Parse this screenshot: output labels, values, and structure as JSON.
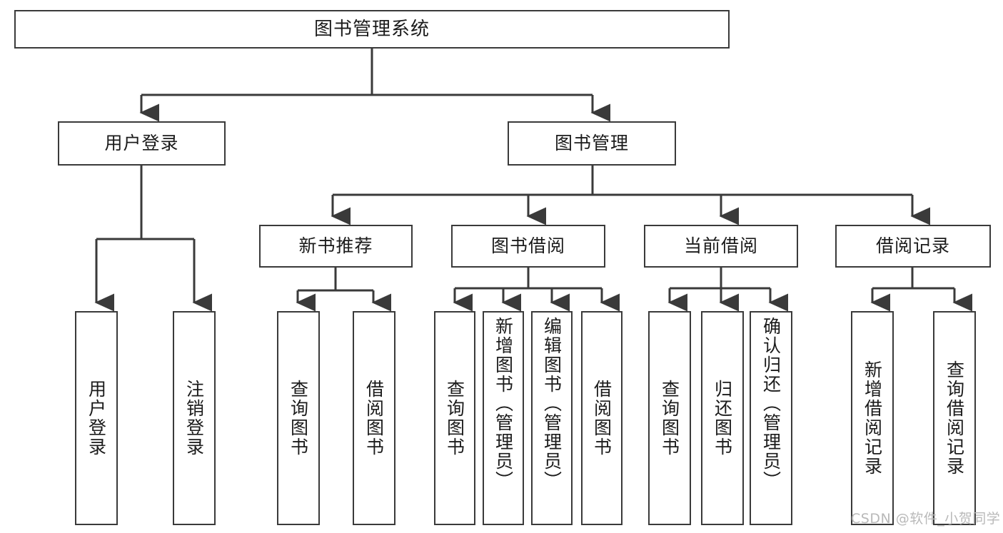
{
  "diagram": {
    "type": "tree",
    "title": "图书管理系统",
    "root": {
      "label": "图书管理系统",
      "name": "node-root-system"
    },
    "level2": [
      {
        "label": "用户登录",
        "name": "node-user-login"
      },
      {
        "label": "图书管理",
        "name": "node-book-management"
      }
    ],
    "level3": [
      {
        "label": "新书推荐",
        "name": "node-new-book-recommend"
      },
      {
        "label": "图书借阅",
        "name": "node-book-borrow"
      },
      {
        "label": "当前借阅",
        "name": "node-current-borrow"
      },
      {
        "label": "借阅记录",
        "name": "node-borrow-record"
      }
    ],
    "leaves": {
      "user_login": [
        {
          "label": "用户登录",
          "name": "leaf-user-login"
        },
        {
          "label": "注销登录",
          "name": "leaf-logout"
        }
      ],
      "new_book_recommend": [
        {
          "label": "查询图书",
          "name": "leaf-query-book-1"
        },
        {
          "label": "借阅图书",
          "name": "leaf-borrow-book-1"
        }
      ],
      "book_borrow": [
        {
          "label": "查询图书",
          "name": "leaf-query-book-2"
        },
        {
          "label": "新增图书（管理员）",
          "name": "leaf-add-book-admin"
        },
        {
          "label": "编辑图书（管理员）",
          "name": "leaf-edit-book-admin"
        },
        {
          "label": "借阅图书",
          "name": "leaf-borrow-book-2"
        }
      ],
      "current_borrow": [
        {
          "label": "查询图书",
          "name": "leaf-query-book-3"
        },
        {
          "label": "归还图书",
          "name": "leaf-return-book"
        },
        {
          "label": "确认归还（管理员）",
          "name": "leaf-confirm-return-admin"
        }
      ],
      "borrow_record": [
        {
          "label": "新增借阅记录",
          "name": "leaf-add-borrow-record"
        },
        {
          "label": "查询借阅记录",
          "name": "leaf-query-borrow-record"
        }
      ]
    },
    "watermark": "CSDN @软件_小贺同学",
    "colors": {
      "border": "#3a3a3a",
      "text": "#1b1b1b",
      "background": "#ffffff",
      "watermark": "#b9b9b9"
    }
  }
}
